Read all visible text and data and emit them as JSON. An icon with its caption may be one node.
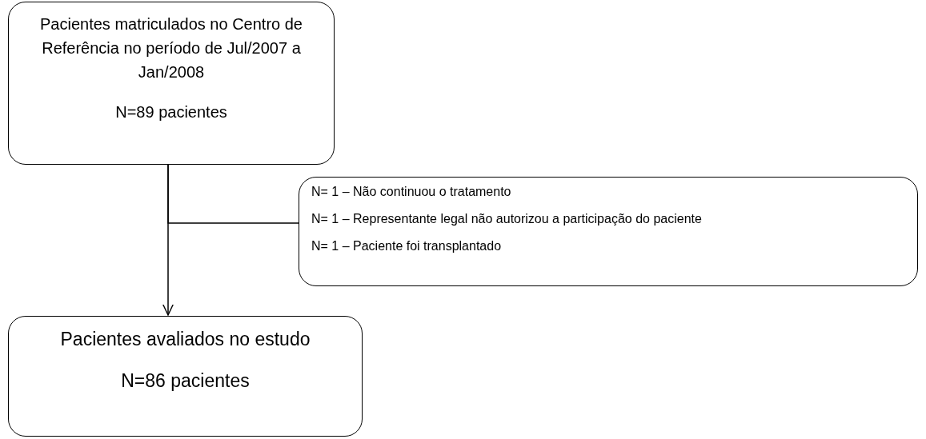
{
  "diagram": {
    "nodes": [
      {
        "text": [
          "Pacientes matriculados no Centro de Referência no período de Jul/2007 a Jan/2008",
          "N=89 pacientes"
        ]
      },
      {
        "text": [
          "Pacientes avaliados no estudo",
          "N=86 pacientes"
        ]
      },
      {
        "text": [
          "N= 1 – Não continuou o tratamento",
          "N= 1 – Representante legal não autorizou a participação do paciente",
          "N= 1 – Paciente foi transplantado"
        ]
      }
    ],
    "edges": [
      {
        "from": 0,
        "to": 1,
        "arrow": "to"
      },
      {
        "from": 0,
        "to": 2,
        "arrow": "none"
      }
    ]
  }
}
